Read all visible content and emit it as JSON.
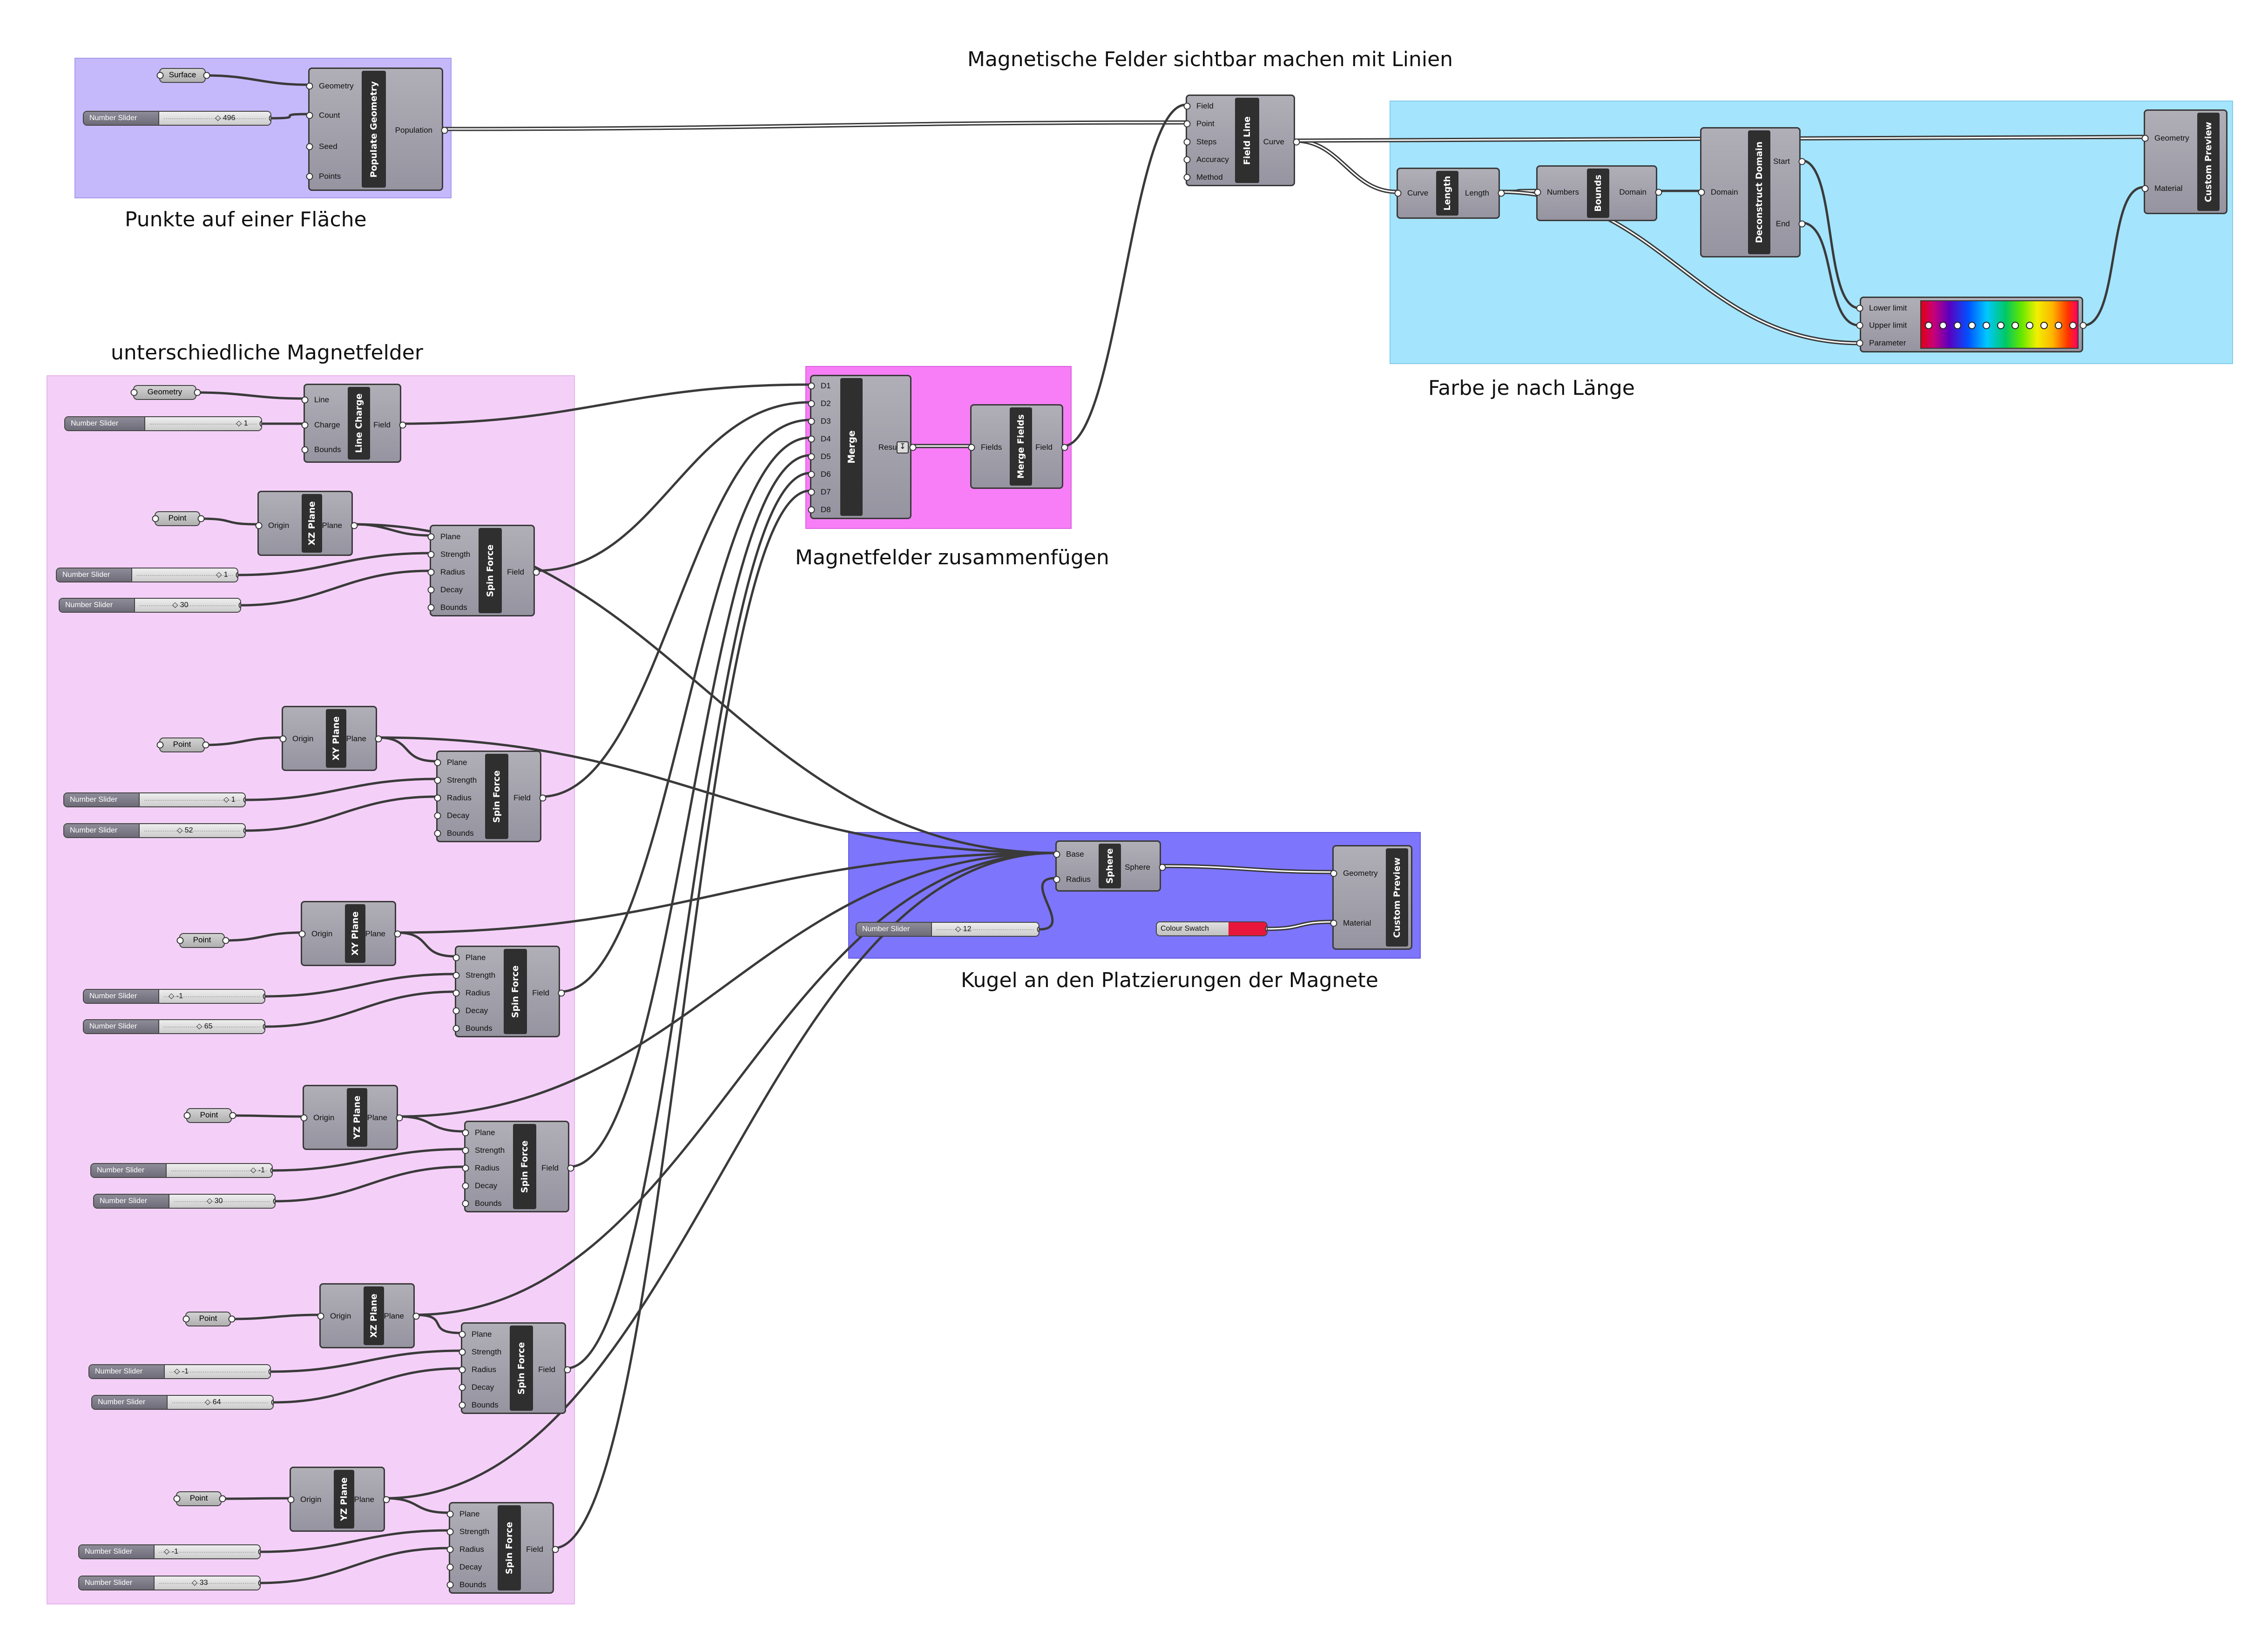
{
  "groups": {
    "populate": {
      "title": "Punkte auf einer Fläche",
      "color": "#c6b9fb"
    },
    "fields": {
      "title": "unterschiedliche Magnetfelder",
      "color": "#f4d0f8"
    },
    "merge": {
      "title": "Magnetfelder zusammenfügen",
      "color": "#f77ef7"
    },
    "fieldline": {
      "title": "Magnetische Felder sichtbar machen mit Linien"
    },
    "color": {
      "title": "Farbe je nach Länge",
      "color": "#a4e4fd"
    },
    "sphere": {
      "title": "Kugel an den Platzierungen der Magnete",
      "color": "#7d75fb"
    }
  },
  "components": {
    "populate_geometry": {
      "name": "Populate Geometry",
      "inputs": [
        "Geometry",
        "Count",
        "Seed",
        "Points"
      ],
      "outputs": [
        "Population"
      ]
    },
    "line_charge": {
      "name": "Line Charge",
      "inputs": [
        "Line",
        "Charge",
        "Bounds"
      ],
      "outputs": [
        "Field"
      ]
    },
    "plane_1": {
      "name": "XZ Plane",
      "inputs": [
        "Origin"
      ],
      "outputs": [
        "Plane"
      ]
    },
    "plane_2": {
      "name": "XY Plane",
      "inputs": [
        "Origin"
      ],
      "outputs": [
        "Plane"
      ]
    },
    "plane_3": {
      "name": "XY Plane",
      "inputs": [
        "Origin"
      ],
      "outputs": [
        "Plane"
      ]
    },
    "plane_4": {
      "name": "YZ Plane",
      "inputs": [
        "Origin"
      ],
      "outputs": [
        "Plane"
      ]
    },
    "plane_5": {
      "name": "XZ Plane",
      "inputs": [
        "Origin"
      ],
      "outputs": [
        "Plane"
      ]
    },
    "plane_6": {
      "name": "YZ Plane",
      "inputs": [
        "Origin"
      ],
      "outputs": [
        "Plane"
      ]
    },
    "spin_force": {
      "name": "Spin Force",
      "inputs": [
        "Plane",
        "Strength",
        "Radius",
        "Decay",
        "Bounds"
      ],
      "outputs": [
        "Field"
      ]
    },
    "merge": {
      "name": "Merge",
      "inputs": [
        "D1",
        "D2",
        "D3",
        "D4",
        "D5",
        "D6",
        "D7",
        "D8"
      ],
      "outputs": [
        "Result"
      ]
    },
    "merge_fields": {
      "name": "Merge Fields",
      "inputs": [
        "Fields"
      ],
      "outputs": [
        "Field"
      ]
    },
    "field_line": {
      "name": "Field Line",
      "inputs": [
        "Field",
        "Point",
        "Steps",
        "Accuracy",
        "Method"
      ],
      "outputs": [
        "Curve"
      ]
    },
    "length": {
      "name": "Length",
      "inputs": [
        "Curve"
      ],
      "outputs": [
        "Length"
      ]
    },
    "bounds": {
      "name": "Bounds",
      "inputs": [
        "Numbers"
      ],
      "outputs": [
        "Domain"
      ]
    },
    "deconstruct_domain": {
      "name": "Deconstruct Domain",
      "inputs": [
        "Domain"
      ],
      "outputs": [
        "Start",
        "End"
      ]
    },
    "custom_preview": {
      "name": "Custom Preview",
      "inputs": [
        "Geometry",
        "Material"
      ]
    },
    "sphere": {
      "name": "Sphere",
      "inputs": [
        "Base",
        "Radius"
      ],
      "outputs": [
        "Sphere"
      ]
    },
    "gradient": {
      "inputs": [
        "Lower limit",
        "Upper limit",
        "Parameter"
      ]
    }
  },
  "params": {
    "surface": "Surface",
    "geometry": "Geometry",
    "point": "Point",
    "slider_label": "Number Slider",
    "colour_swatch": "Colour Swatch",
    "colour_value": "#e8163a"
  },
  "sliders": {
    "populate_count": "496",
    "line_charge": "1",
    "sf1_strength": "1",
    "sf1_radius": "30",
    "sf2_strength": "1",
    "sf2_radius": "52",
    "sf3_strength": "-1",
    "sf3_radius": "65",
    "sf4_strength": "-1",
    "sf4_radius": "30",
    "sf5_strength": "-1",
    "sf5_radius": "64",
    "sf6_strength": "-1",
    "sf6_radius": "33",
    "sphere_radius": "12"
  }
}
